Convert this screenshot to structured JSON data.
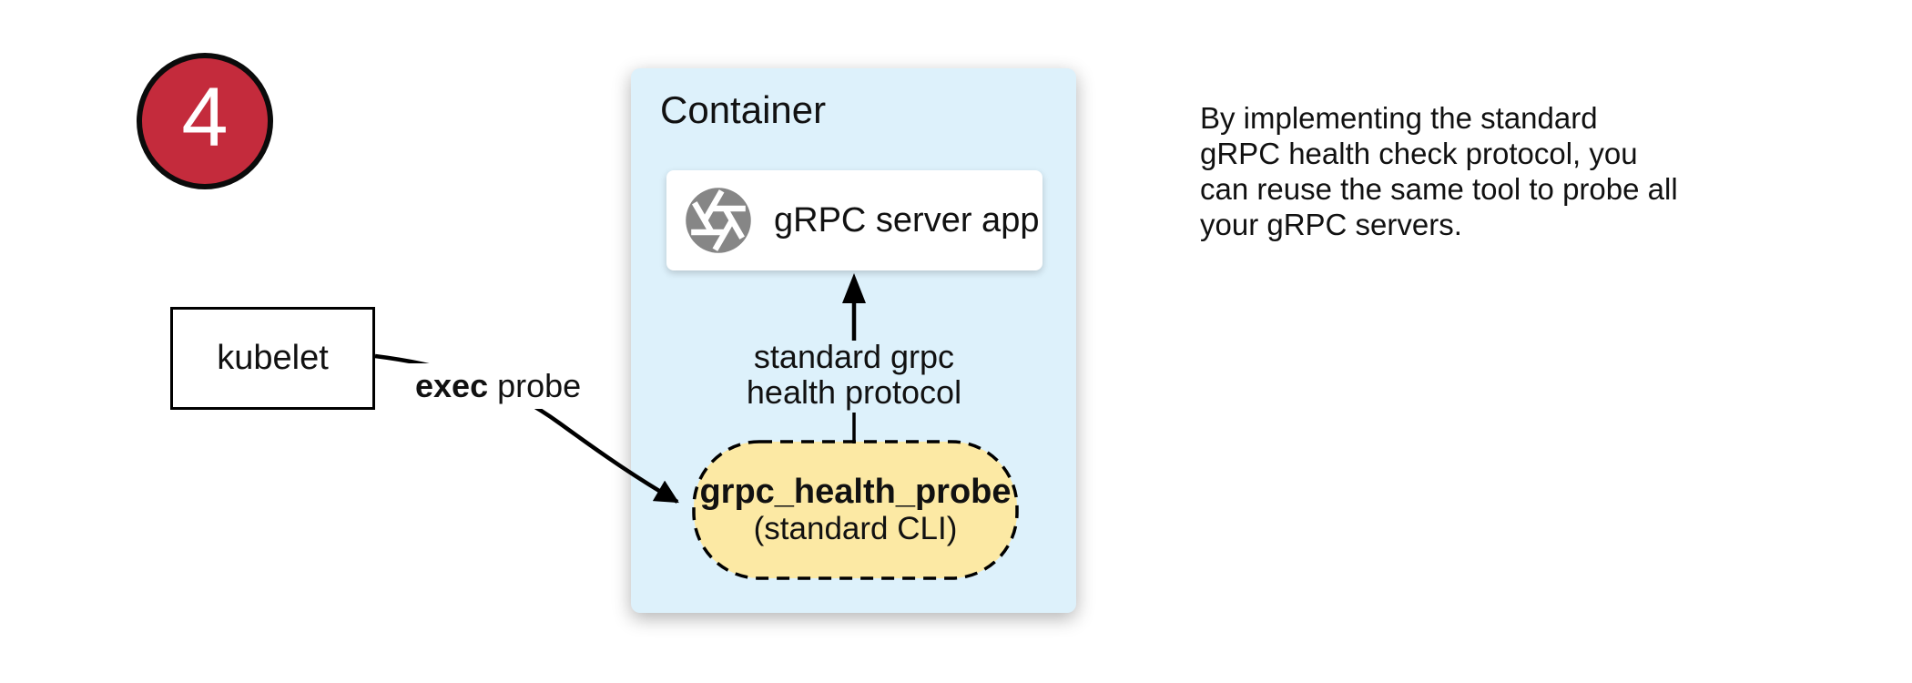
{
  "badge": {
    "number": "4"
  },
  "kubelet": {
    "label": "kubelet"
  },
  "exec_arrow": {
    "bold_label": "exec",
    "label": " probe"
  },
  "container": {
    "title": "Container"
  },
  "server_card": {
    "label": "gRPC server app",
    "icon": "aperture-icon"
  },
  "health_arrow": {
    "label_line1": "standard grpc",
    "label_line2": "health protocol"
  },
  "probe_pill": {
    "name": "grpc_health_probe",
    "subtitle": "(standard CLI)"
  },
  "note": {
    "lines": [
      "By implementing the standard",
      "gRPC health check protocol, you",
      "can reuse the same tool to probe all",
      "your gRPC servers."
    ]
  },
  "colors": {
    "badge_red": "#C42B3C",
    "container_blue": "#DDF1FB",
    "pill_yellow": "#FCE9A4",
    "icon_gray": "#868686",
    "line_black": "#000000"
  }
}
